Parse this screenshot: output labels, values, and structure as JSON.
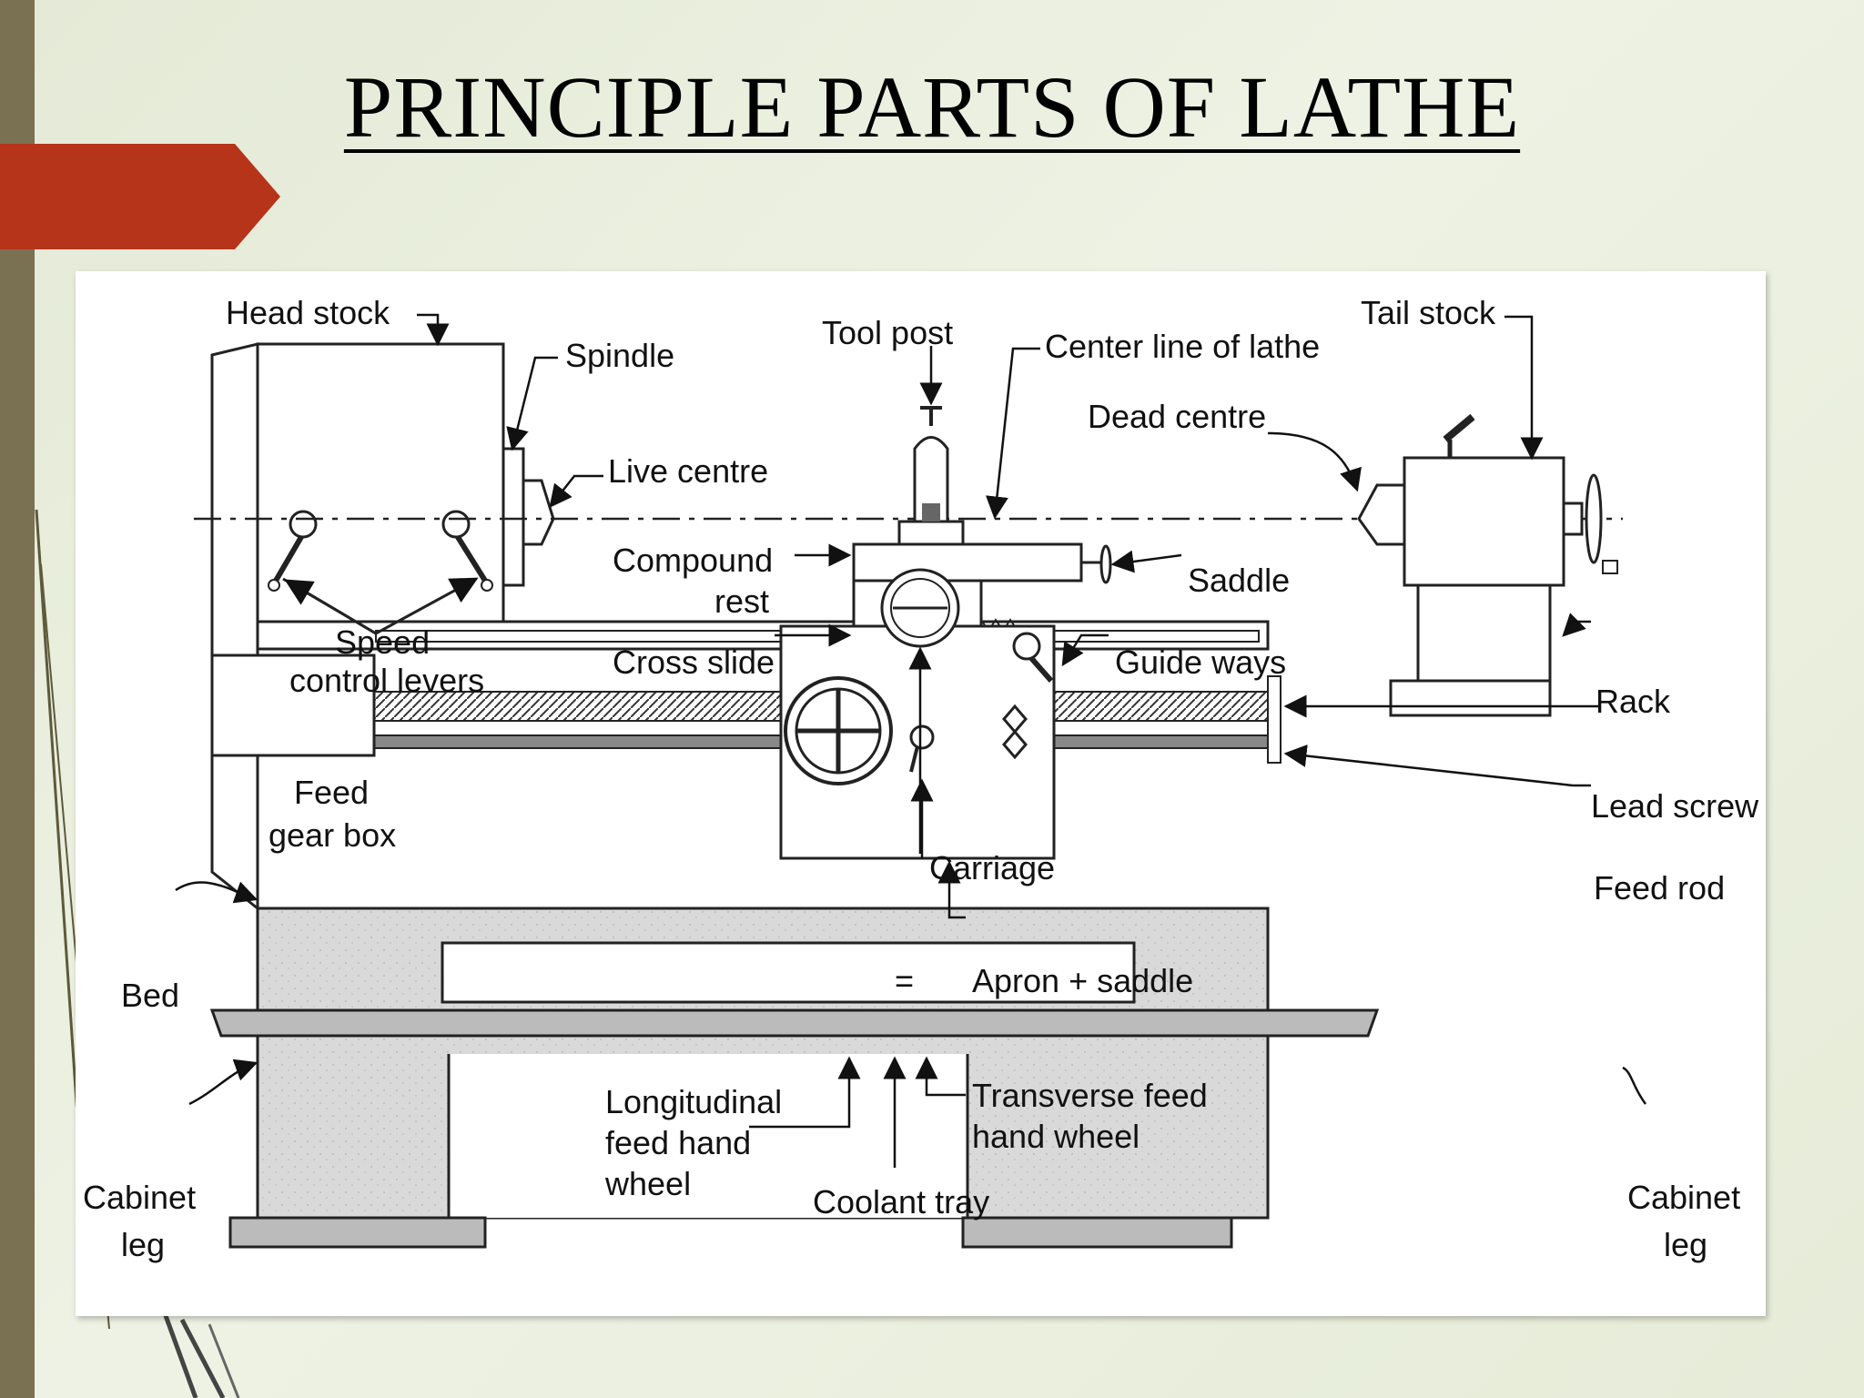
{
  "slide": {
    "title": "PRINCIPLE PARTS OF LATHE",
    "colors": {
      "accent": "#b5341a",
      "side_bar": "#7a7052",
      "background": "#e8eddb"
    }
  },
  "diagram": {
    "labels": {
      "head_stock": "Head stock",
      "spindle": "Spindle",
      "tool_post": "Tool post",
      "center_line": "Center line of lathe",
      "tail_stock": "Tail stock",
      "dead_centre": "Dead centre",
      "live_centre": "Live centre",
      "compound_rest_1": "Compound",
      "compound_rest_2": "rest",
      "saddle": "Saddle",
      "speed_levers_1": "Speed",
      "speed_levers_2": "control levers",
      "cross_slide": "Cross slide",
      "guide_ways": "Guide ways",
      "rack": "Rack",
      "feed_gear_box_1": "Feed",
      "feed_gear_box_2": "gear box",
      "lead_screw": "Lead screw",
      "carriage": "Carriage",
      "feed_rod": "Feed rod",
      "bed": "Bed",
      "apron_saddle": "Apron + saddle",
      "longitudinal_1": "Longitudinal",
      "longitudinal_2": "feed hand",
      "longitudinal_3": "wheel",
      "transverse_1": "Transverse feed",
      "transverse_2": "hand wheel",
      "coolant_tray": "Coolant tray",
      "cabinet_leg_left_1": "Cabinet",
      "cabinet_leg_left_2": "leg",
      "cabinet_leg_right_1": "Cabinet",
      "cabinet_leg_right_2": "leg"
    }
  }
}
